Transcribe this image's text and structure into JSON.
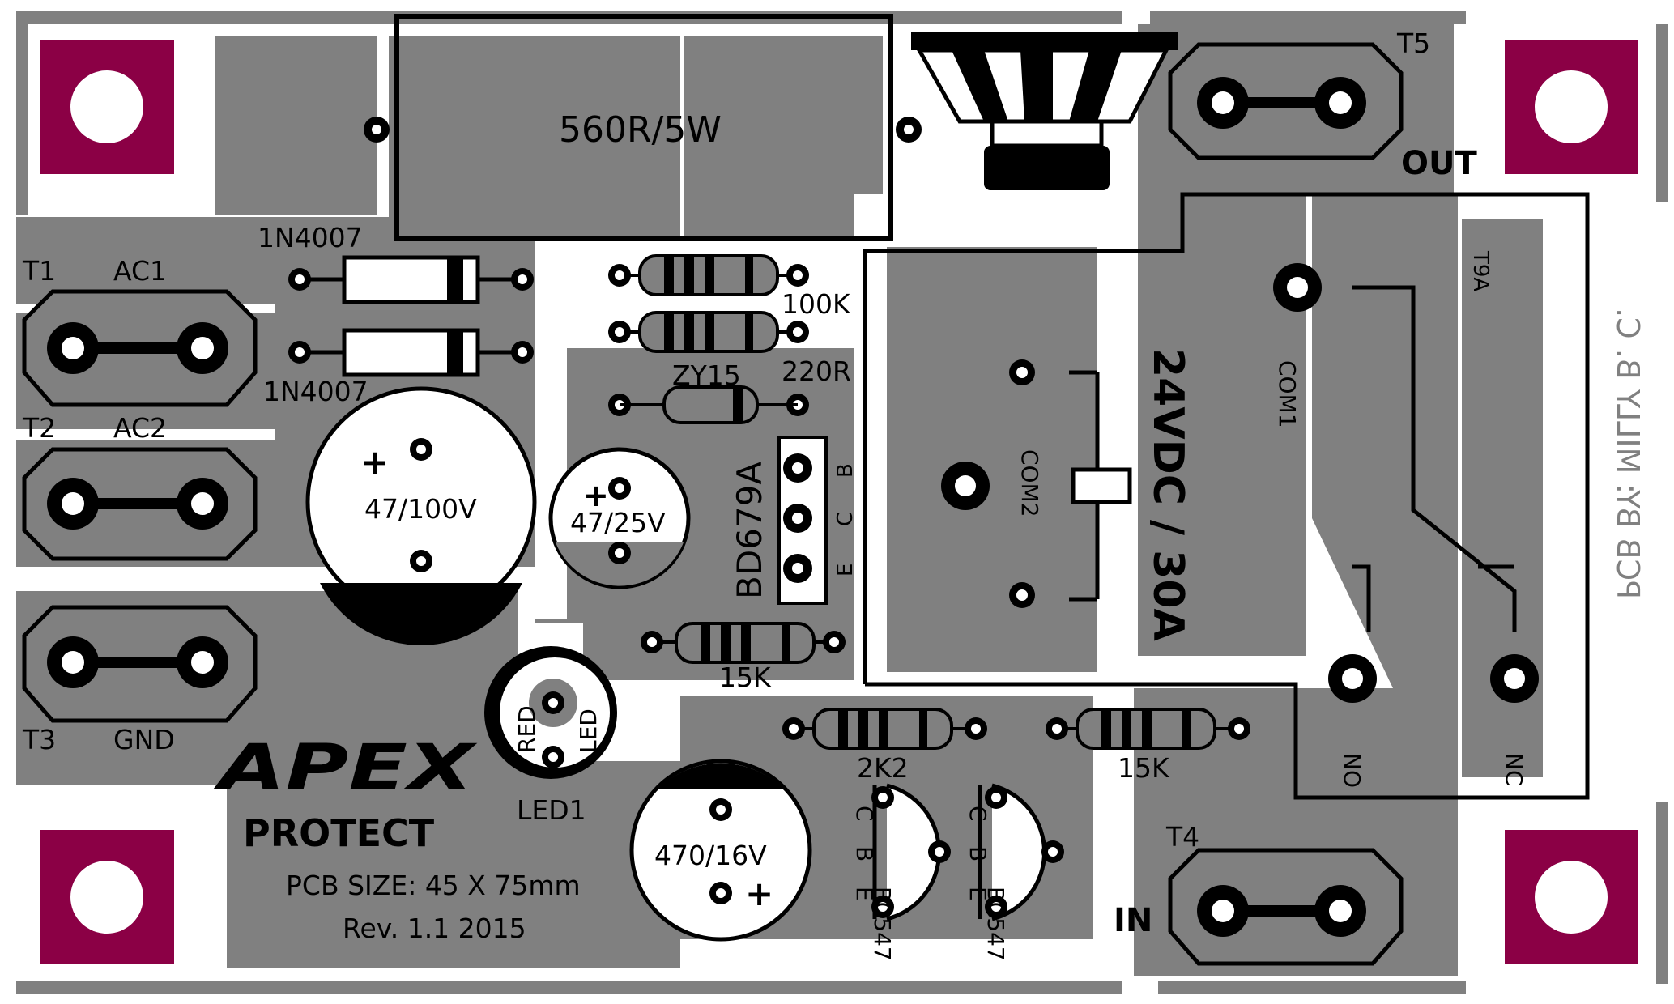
{
  "colors": {
    "copper": "#808080",
    "background": "#ffffff",
    "mount_pad": "#8b0045",
    "silkscreen": "#000000"
  },
  "terminals": {
    "t1": {
      "ref": "T1",
      "name": "AC1"
    },
    "t2": {
      "ref": "T2",
      "name": "AC2"
    },
    "t3": {
      "ref": "T3",
      "name": "GND"
    },
    "t4": {
      "ref": "T4",
      "name": "IN"
    },
    "t5": {
      "ref": "T5",
      "name": "OUT"
    }
  },
  "components": {
    "power_resistor": "560R/5W",
    "diode_1": "1N4007",
    "diode_2": "1N4007",
    "resistor_100k": "100K",
    "resistor_220r": "220R",
    "zener": "ZY15",
    "transistor_darlington": "BD679A",
    "pin_b": "B",
    "pin_c": "C",
    "pin_e": "E",
    "cap_47_100": "47/100V",
    "cap_47_25": "47/25V",
    "cap_470_16": "470/16V",
    "resistor_15k_1": "15K",
    "resistor_15k_2": "15K",
    "resistor_2k2": "2K2",
    "led_ref": "LED1",
    "led_red": "RED",
    "led_led": "LED",
    "bc547_1": "BC547",
    "bc547_2": "BC547",
    "pins_cbe": [
      "C",
      "B",
      "E"
    ],
    "relay_rating": "24VDC / 30A",
    "relay_com1": "COM1",
    "relay_com2": "COM2",
    "relay_no": "NO",
    "relay_nc": "NC",
    "relay_t9a": "T9A",
    "plus": "+"
  },
  "branding": {
    "logo": "APEX",
    "product": "PROTECT",
    "pcb_size": "PCB SIZE: 45 X 75mm",
    "revision": "Rev. 1.1 2015",
    "credit_mirrored": "PCB BY: MILLY B. C."
  }
}
